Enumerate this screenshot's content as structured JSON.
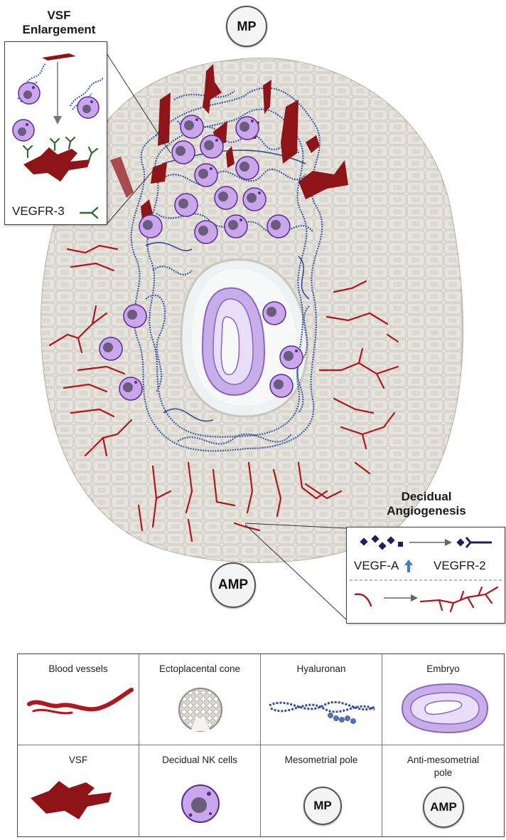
{
  "poles": {
    "mp": "MP",
    "amp": "AMP"
  },
  "vsf_callout": {
    "title_line1": "VSF",
    "title_line2": "Enlargement",
    "receptor_label": "VEGFR-3"
  },
  "angio_callout": {
    "title_line1": "Decidual",
    "title_line2": "Angiogenesis",
    "ligand_label": "VEGF-A",
    "receptor_label": "VEGFR-2"
  },
  "legend": {
    "items": [
      {
        "label": "Blood vessels",
        "icon": "blood-vessel-icon"
      },
      {
        "label": "Ectoplacental cone",
        "icon": "ectoplacental-cone-icon"
      },
      {
        "label": "Hyaluronan",
        "icon": "hyaluronan-icon"
      },
      {
        "label": "Embryo",
        "icon": "embryo-icon"
      },
      {
        "label": "VSF",
        "icon": "vsf-icon"
      },
      {
        "label": "Decidual NK cells",
        "icon": "nk-cell-icon"
      },
      {
        "label": "Mesometrial pole",
        "icon": "mp-badge",
        "badge": "MP"
      },
      {
        "label_line1": "Anti-mesometrial",
        "label_line2": "pole",
        "icon": "amp-badge",
        "badge": "AMP"
      }
    ]
  },
  "colors": {
    "vessel": "#b0161c",
    "vsf": "#8f1418",
    "hyaluronan": "#2f4f9e",
    "nk_cell": "#c9a7ec",
    "embryo": "#c8aee8",
    "decidua": "#e3e1da",
    "cell_border": "#c2bfb6"
  }
}
